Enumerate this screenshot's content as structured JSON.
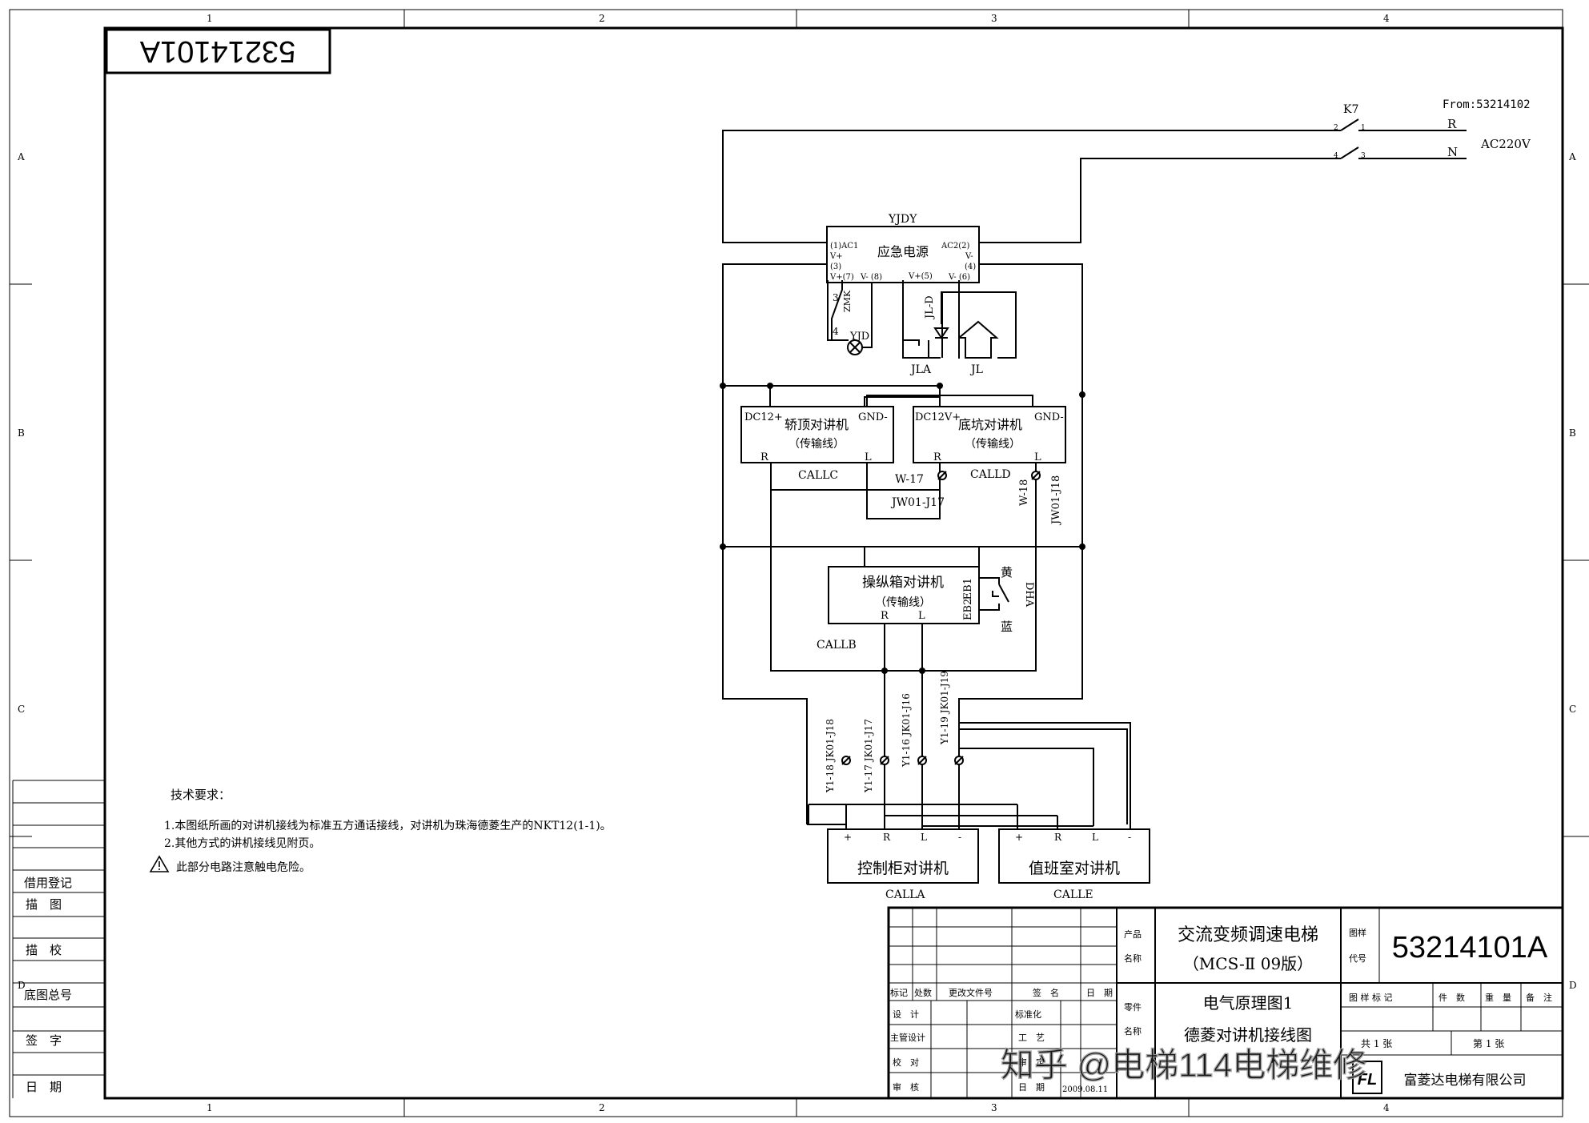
{
  "drawing_number_flipped": "53214101A",
  "zone_columns": [
    "1",
    "2",
    "3",
    "4"
  ],
  "zone_rows": [
    "A",
    "B",
    "C",
    "D"
  ],
  "source": {
    "from": "From:53214102",
    "switch": "K7",
    "pins": [
      "2",
      "1",
      "4",
      "3"
    ],
    "line_r": "R",
    "line_n": "N",
    "voltage": "AC220V"
  },
  "power_supply": {
    "ref": "YJDY",
    "name": "应急电源",
    "pin_ac1": "(1)AC1",
    "pin_vplus": "V+",
    "pin_3": "(3)",
    "pin_vp7": "V+(7)",
    "pin_vm8": "V- (8)",
    "pin_vp5": "V+(5)",
    "pin_ac2": "AC2(2)",
    "pin_vminus": "V-",
    "pin_4": "(4)",
    "pin_vm6": "V- (6)"
  },
  "emergency": {
    "zmk": "ZMK",
    "pin3": "3",
    "pin4": "4",
    "yjd": "YJD",
    "jld": "JL-D",
    "jla": "JLA",
    "jl": "JL"
  },
  "car_top": {
    "dc": "DC12+",
    "name": "轿顶对讲机",
    "gnd": "GND-",
    "sub": "（传输线）",
    "r": "R",
    "l": "L",
    "call": "CALLC"
  },
  "pit": {
    "dc": "DC12V+",
    "name": "底坑对讲机",
    "gnd": "GND-",
    "sub": "（传输线）",
    "r": "R",
    "l": "L",
    "call": "CALLD"
  },
  "wiring_tags": {
    "w17": "W-17",
    "jw17": "JW01-J17",
    "w18": "W-18",
    "jw18": "JW01-J18"
  },
  "cop": {
    "name": "操纵箱对讲机",
    "sub": "（传输线）",
    "r": "R",
    "l": "L",
    "eb1": "EB1",
    "eb2": "EB2",
    "yellow": "黄",
    "blue": "蓝",
    "dha": "DHA",
    "call": "CALLB"
  },
  "terminals": {
    "t1": "Y1-18  JK01-J18",
    "t2": "Y1-17  JK01-J17",
    "t3": "Y1-16 JK01-J16",
    "t4": "Y1-19 JK01-J19"
  },
  "control_cabinet": {
    "pins": [
      "+",
      "R",
      "L",
      "-"
    ],
    "name": "控制柜对讲机",
    "call": "CALLA"
  },
  "duty_room": {
    "pins": [
      "+",
      "R",
      "L",
      "-"
    ],
    "name": "值班室对讲机",
    "call": "CALLE"
  },
  "notes": {
    "title": "技术要求：",
    "items": [
      "1.本图纸所画的对讲机接线为标准五方通话接线，对讲机为珠海德菱生产的NKT12(1-1)。",
      "2.其他方式的讲机接线见附页。"
    ],
    "warning": "此部分电路注意触电危险。"
  },
  "left_strip": [
    "借用登记",
    "描　图",
    "描　校",
    "底图总号",
    "签　字",
    "日　期"
  ],
  "title_block": {
    "product_label": "产品",
    "name_label": "名称",
    "product": "交流变频调速电梯",
    "version": "（MCS-Ⅱ 09版）",
    "drawing_code_label1": "图样",
    "drawing_code_label2": "代号",
    "drawing_code": "53214101A",
    "part_label": "零件",
    "part_name_label": "名称",
    "title1": "电气原理图1",
    "title2": "德菱对讲机接线图",
    "revision_headers": [
      "标记",
      "处数",
      "更改文件号",
      "签　名",
      "日　期"
    ],
    "sign_rows": [
      "设　计",
      "主管设计",
      "校　对",
      "审　核"
    ],
    "std": "标准化",
    "craft": "工　艺",
    "approve": "审　定",
    "date_label": "日　期",
    "date": "2009.08.11",
    "sheet_headers": [
      "图 样 标 记",
      "件　数",
      "重　量",
      "备　注"
    ],
    "sheet_count": "共 1 张",
    "sheet_no": "第 1 张",
    "company": "富菱达电梯有限公司",
    "logo": "FL"
  },
  "watermark": "知乎 @电梯114电梯维修"
}
